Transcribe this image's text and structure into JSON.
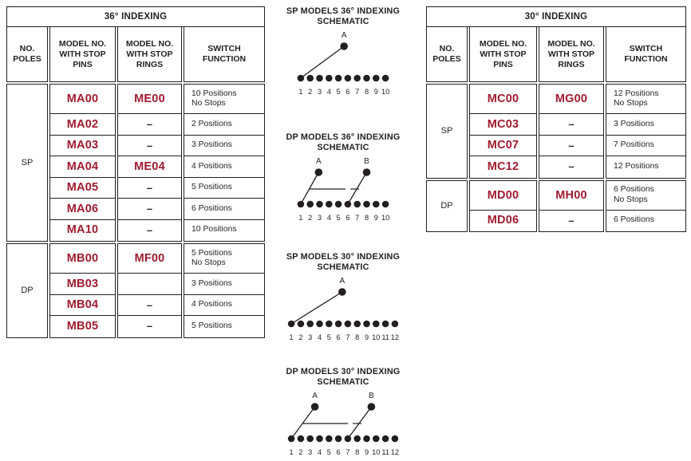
{
  "colors": {
    "ink": "#231f20",
    "model_red": "#a01b2e",
    "background": "#ffffff"
  },
  "tables": [
    {
      "title": "36° INDEXING",
      "headers": [
        "NO. POLES",
        "MODEL NO. WITH STOP PINS",
        "MODEL NO. WITH STOP RINGS",
        "SWITCH FUNCTION"
      ],
      "sections": [
        {
          "poles": "SP",
          "rows": [
            {
              "pins": "MA00",
              "rings": "ME00",
              "function": "10 Positions\nNo Stops"
            },
            {
              "pins": "MA02",
              "rings": "–",
              "function": "2 Positions"
            },
            {
              "pins": "MA03",
              "rings": "–",
              "function": "3 Positions"
            },
            {
              "pins": "MA04",
              "rings": "ME04",
              "function": "4 Positions"
            },
            {
              "pins": "MA05",
              "rings": "–",
              "function": "5 Positions"
            },
            {
              "pins": "MA06",
              "rings": "–",
              "function": "6 Positions"
            },
            {
              "pins": "MA10",
              "rings": "–",
              "function": "10 Positions"
            }
          ]
        },
        {
          "poles": "DP",
          "rows": [
            {
              "pins": "MB00",
              "rings": "MF00",
              "function": "5 Positions\nNo Stops"
            },
            {
              "pins": "MB03",
              "rings": "",
              "function": "3 Positions"
            },
            {
              "pins": "MB04",
              "rings": "–",
              "function": "4 Positions"
            },
            {
              "pins": "MB05",
              "rings": "–",
              "function": "5 Positions"
            }
          ]
        }
      ]
    },
    {
      "title": "30° INDEXING",
      "headers": [
        "NO. POLES",
        "MODEL NO. WITH STOP PINS",
        "MODEL NO. WITH STOP RINGS",
        "SWITCH FUNCTION"
      ],
      "sections": [
        {
          "poles": "SP",
          "rows": [
            {
              "pins": "MC00",
              "rings": "MG00",
              "function": "12 Positions\nNo Stops"
            },
            {
              "pins": "MC03",
              "rings": "–",
              "function": "3 Positions"
            },
            {
              "pins": "MC07",
              "rings": "–",
              "function": "7 Positions"
            },
            {
              "pins": "MC12",
              "rings": "–",
              "function": "12 Positions"
            }
          ]
        },
        {
          "poles": "DP",
          "rows": [
            {
              "pins": "MD00",
              "rings": "MH00",
              "function": "6 Positions\nNo Stops"
            },
            {
              "pins": "MD06",
              "rings": "–",
              "function": "6 Positions"
            }
          ]
        }
      ]
    }
  ],
  "schematics": [
    {
      "title": "SP MODELS 36° INDEXING",
      "subtitle": "SCHEMATIC",
      "type": "sp",
      "positions": 10,
      "pole_labels": [
        "A"
      ],
      "wiper_from_terminals": [
        1
      ],
      "terminal_labels": [
        "1",
        "2",
        "3",
        "4",
        "5",
        "6",
        "7",
        "8",
        "9",
        "10"
      ]
    },
    {
      "title": "DP MODELS 36° INDEXING",
      "subtitle": "SCHEMATIC",
      "type": "dp",
      "positions": 10,
      "pole_labels": [
        "A",
        "B"
      ],
      "wiper_from_terminals": [
        1,
        6
      ],
      "terminal_labels": [
        "1",
        "2",
        "3",
        "4",
        "5",
        "6",
        "7",
        "8",
        "9",
        "10"
      ]
    },
    {
      "title": "SP MODELS 30° INDEXING",
      "subtitle": "SCHEMATIC",
      "type": "sp",
      "positions": 12,
      "pole_labels": [
        "A"
      ],
      "wiper_from_terminals": [
        1
      ],
      "terminal_labels": [
        "1",
        "2",
        "3",
        "4",
        "5",
        "6",
        "7",
        "8",
        "9",
        "10",
        "11",
        "12"
      ]
    },
    {
      "title": "DP MODELS 30° INDEXING",
      "subtitle": "SCHEMATIC",
      "type": "dp",
      "positions": 12,
      "pole_labels": [
        "A",
        "B"
      ],
      "wiper_from_terminals": [
        1,
        7
      ],
      "terminal_labels": [
        "1",
        "2",
        "3",
        "4",
        "5",
        "6",
        "7",
        "8",
        "9",
        "10",
        "11",
        "12"
      ]
    }
  ]
}
